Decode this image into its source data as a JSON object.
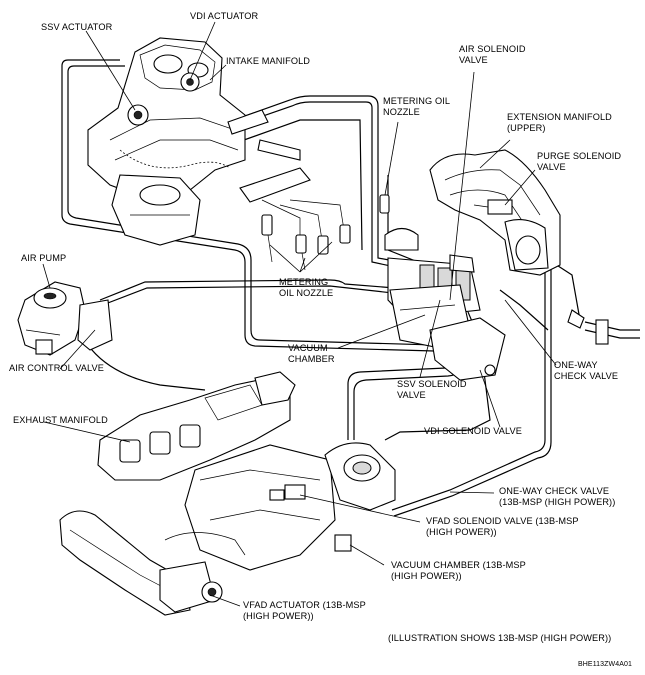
{
  "labels": {
    "ssv_actuator": "SSV ACTUATOR",
    "vdi_actuator": "VDI ACTUATOR",
    "intake_manifold": "INTAKE MANIFOLD",
    "air_solenoid_valve": "AIR SOLENOID\nVALVE",
    "metering_oil_nozzle_top": "METERING OIL\nNOZZLE",
    "extension_manifold": "EXTENSION MANIFOLD\n(UPPER)",
    "purge_solenoid_valve": "PURGE SOLENOID\nVALVE",
    "air_pump": "AIR PUMP",
    "metering_oil_nozzle_mid": "METERING\nOIL NOZZLE",
    "vacuum_chamber": "VACUUM\nCHAMBER",
    "one_way_check_valve": "ONE-WAY\nCHECK VALVE",
    "air_control_valve": "AIR CONTROL VALVE",
    "ssv_solenoid_valve": "SSV SOLENOID\nVALVE",
    "exhaust_manifold": "EXHAUST MANIFOLD",
    "vdi_solenoid_valve": "VDI SOLENOID VALVE",
    "one_way_check_valve_hp": "ONE-WAY CHECK VALVE\n(13B-MSP (HIGH POWER))",
    "vfad_solenoid_valve": "VFAD SOLENOID VALVE (13B-MSP\n(HIGH POWER))",
    "vacuum_chamber_hp": "VACUUM CHAMBER (13B-MSP\n(HIGH POWER))",
    "vfad_actuator": "VFAD ACTUATOR (13B-MSP\n(HIGH POWER))",
    "illustration_note": "(ILLUSTRATION SHOWS 13B-MSP (HIGH POWER))",
    "figure_code": "BHE113ZW4A01"
  }
}
